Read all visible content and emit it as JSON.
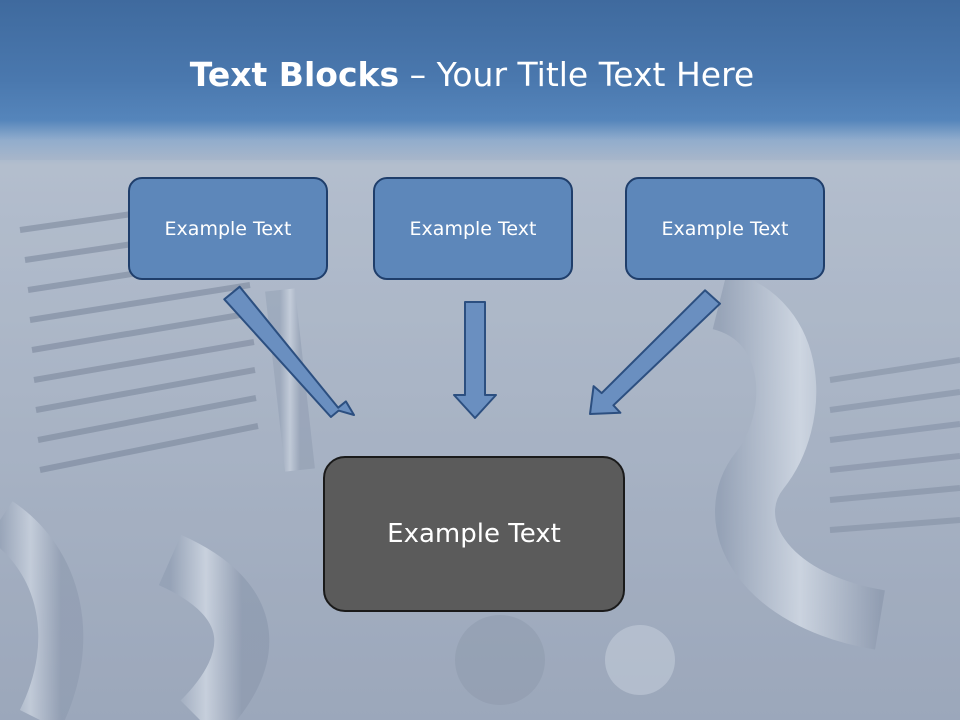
{
  "slide": {
    "title_bold": "Text Blocks",
    "title_sep": " – ",
    "title_rest": "Your Title Text Here"
  },
  "blocks": {
    "left": "Example Text",
    "middle": "Example Text",
    "right": "Example Text",
    "center": "Example Text"
  },
  "colors": {
    "title_bar": "#4a78ae",
    "box_fill": "#5d87ba",
    "center_fill": "#5b5b5b",
    "arrow_fill": "#6a8fc0"
  }
}
